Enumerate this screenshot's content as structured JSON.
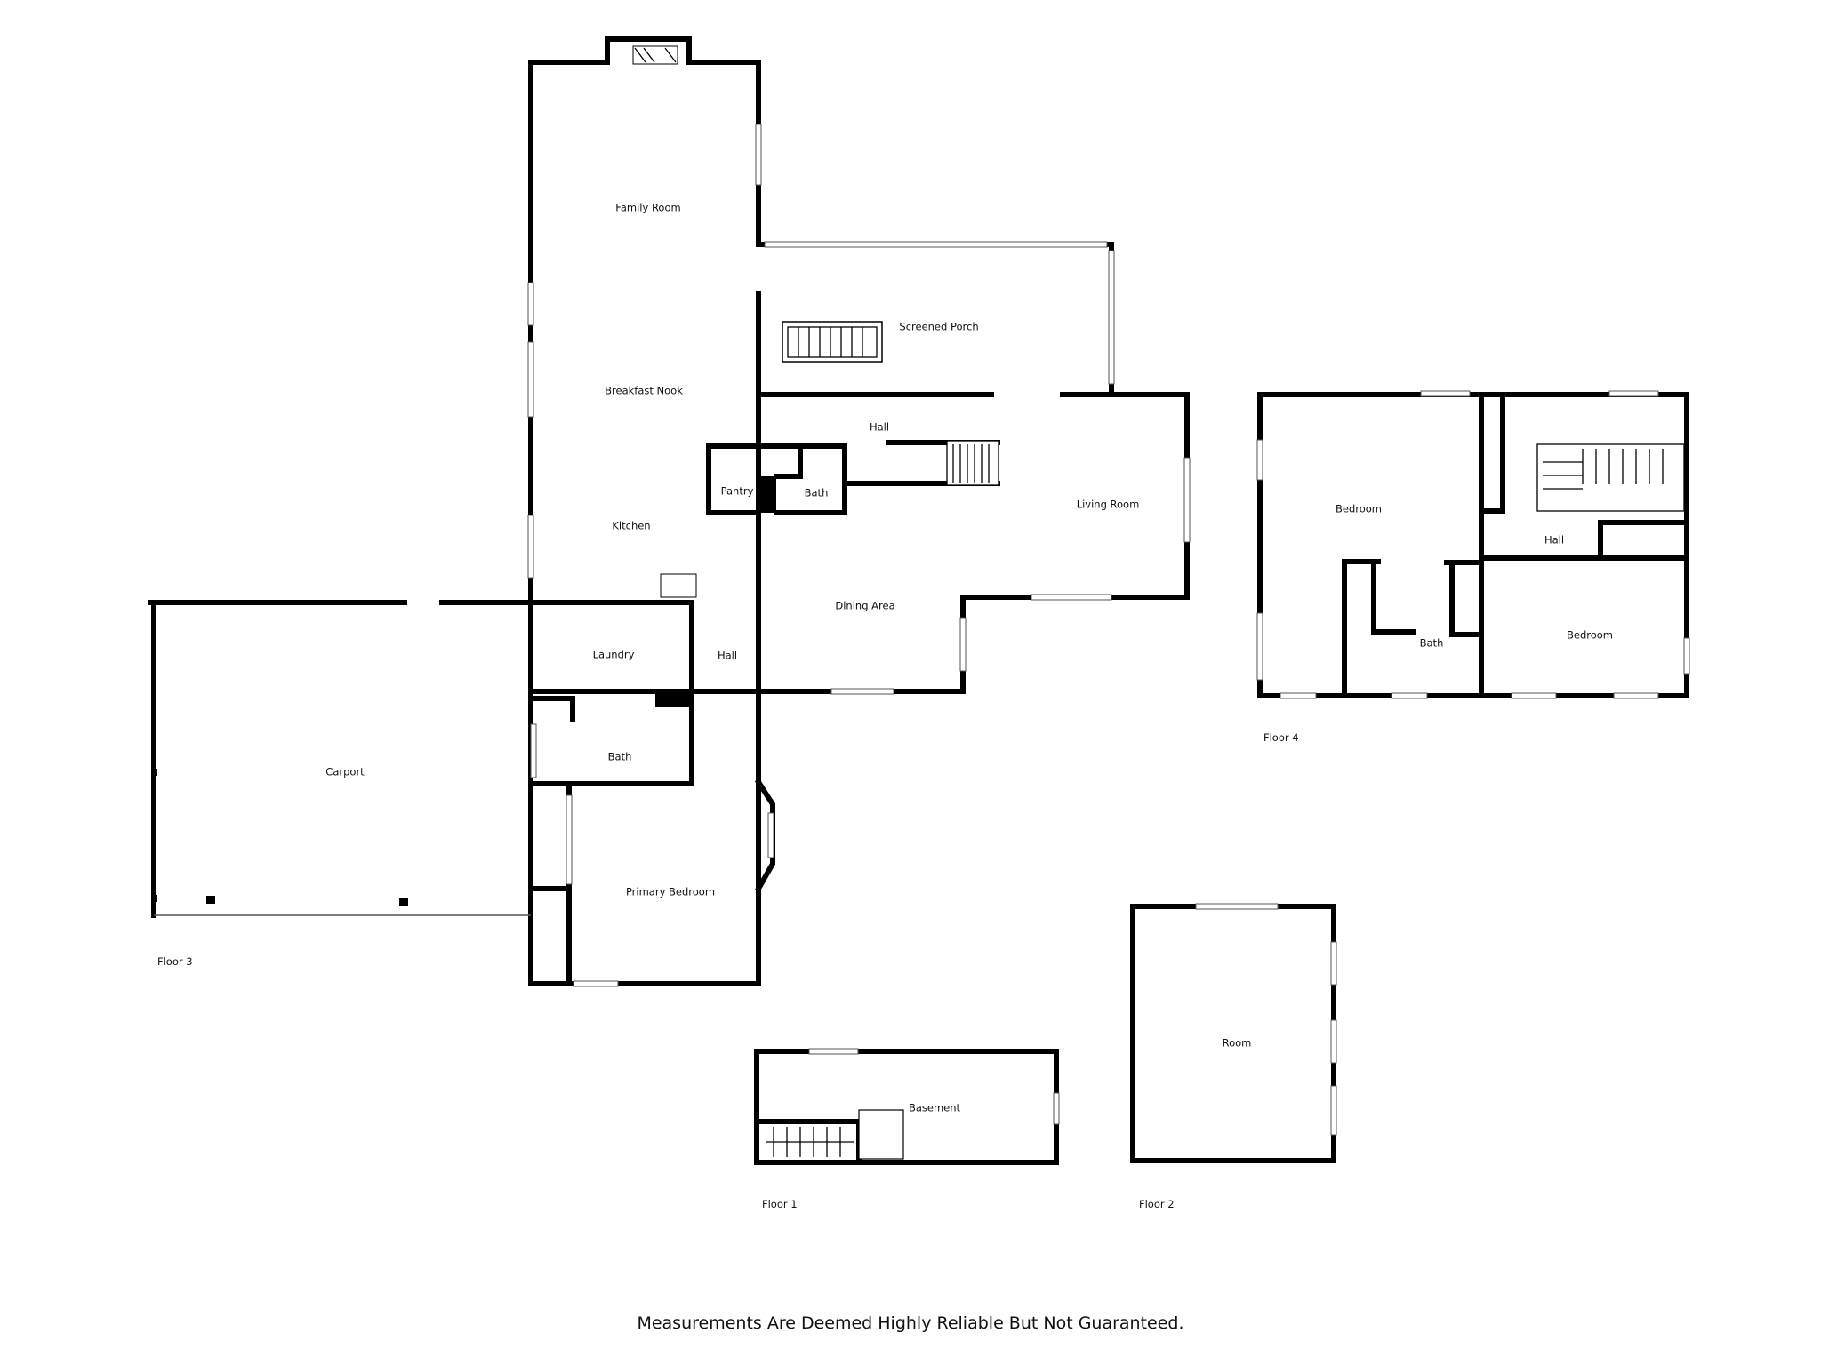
{
  "rooms": {
    "family_room": "Family Room",
    "breakfast_nook": "Breakfast Nook",
    "kitchen": "Kitchen",
    "screened_porch": "Screened Porch",
    "hall_main": "Hall",
    "pantry": "Pantry",
    "bath_main": "Bath",
    "living_room": "Living Room",
    "dining_area": "Dining Area",
    "laundry": "Laundry",
    "hall_lower": "Hall",
    "bath_lower": "Bath",
    "primary_bedroom": "Primary Bedroom",
    "carport": "Carport",
    "basement": "Basement",
    "room": "Room",
    "bedroom_left": "Bedroom",
    "hall_upper": "Hall",
    "bath_upper": "Bath",
    "bedroom_right": "Bedroom"
  },
  "floors": {
    "floor1": "Floor 1",
    "floor2": "Floor 2",
    "floor3": "Floor 3",
    "floor4": "Floor 4"
  },
  "disclaimer": "Measurements Are Deemed Highly Reliable But Not Guaranteed."
}
